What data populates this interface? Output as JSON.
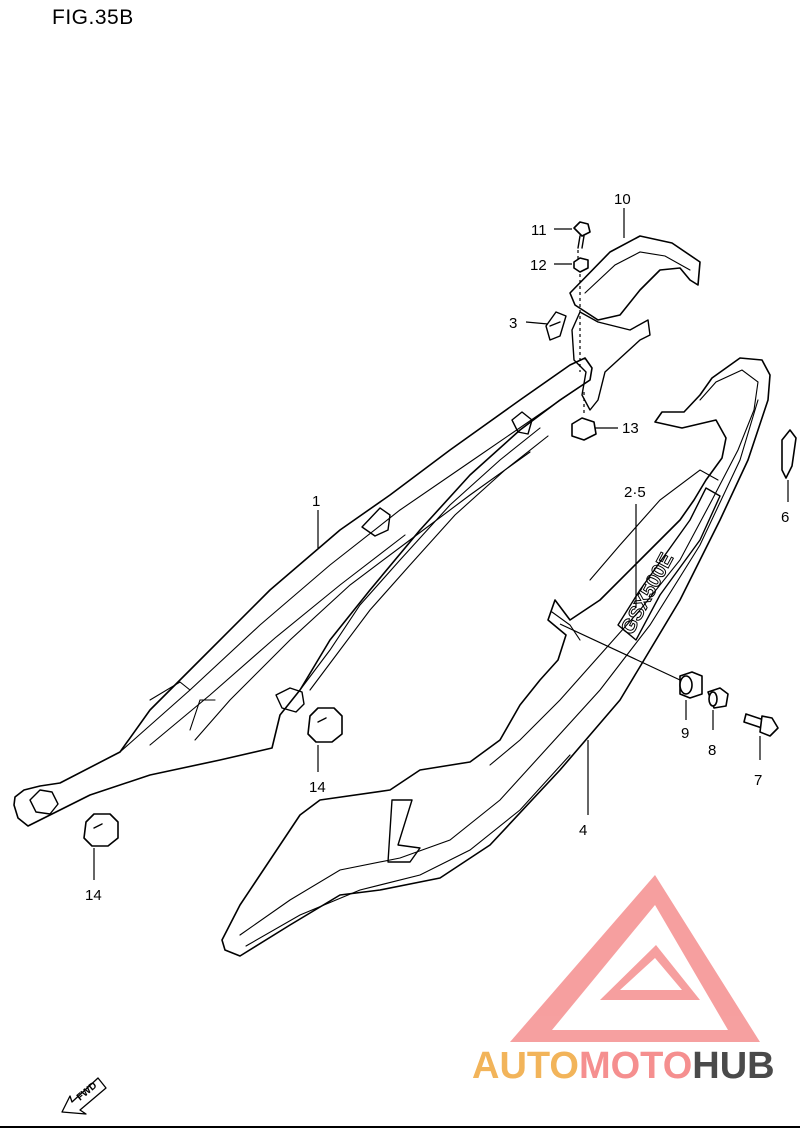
{
  "figure": {
    "title": "FIG.35B"
  },
  "callouts": [
    {
      "id": "1",
      "label": "1"
    },
    {
      "id": "2-5",
      "label": "2·5"
    },
    {
      "id": "3",
      "label": "3"
    },
    {
      "id": "4",
      "label": "4"
    },
    {
      "id": "6",
      "label": "6"
    },
    {
      "id": "7",
      "label": "7"
    },
    {
      "id": "8",
      "label": "8"
    },
    {
      "id": "9",
      "label": "9"
    },
    {
      "id": "10",
      "label": "10"
    },
    {
      "id": "11",
      "label": "11"
    },
    {
      "id": "12",
      "label": "12"
    },
    {
      "id": "13",
      "label": "13"
    },
    {
      "id": "14a",
      "label": "14"
    },
    {
      "id": "14b",
      "label": "14"
    }
  ],
  "decal": {
    "text": "GSX500E"
  },
  "fwd_arrow": {
    "text": "FWD"
  },
  "watermark": {
    "part1": "AUTO",
    "part2": "MOTO",
    "part3": "HUB",
    "colors": {
      "auto": "#f2b45a",
      "moto": "#f58f8f",
      "hub": "#4a4a4a",
      "triangle": "#f58f8f"
    }
  }
}
